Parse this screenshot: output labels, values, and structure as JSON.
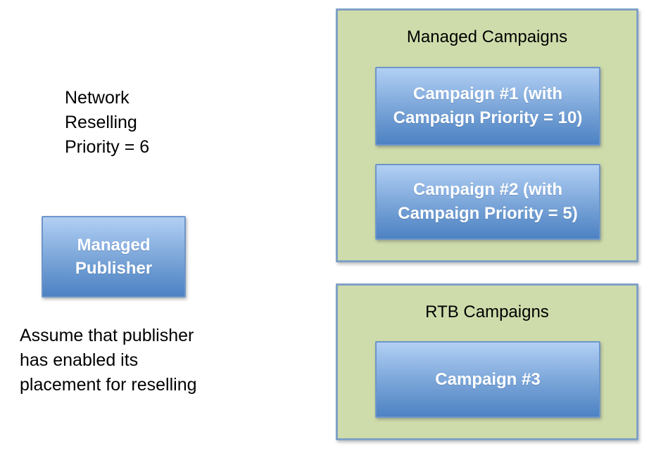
{
  "colors": {
    "background": "#ffffff",
    "panel_green_fill": "#cedcab",
    "panel_border_blue": "#7fa1c5",
    "box_blue_gradient_top": "#a5c6ee",
    "box_blue_gradient_bottom": "#4d82c3",
    "box_border_blue": "#6d96c9",
    "note_text": "#000000",
    "box_text": "#ffffff"
  },
  "left": {
    "network_note": {
      "lines": [
        "Network",
        "Reselling",
        "Priority = 6"
      ]
    },
    "publisher_box": {
      "label_lines": [
        "Managed",
        "Publisher"
      ]
    },
    "assumption_note": {
      "lines": [
        "Assume that publisher",
        "has enabled its",
        "placement for reselling"
      ]
    }
  },
  "managed_campaigns": {
    "title": "Managed Campaigns",
    "campaigns": [
      {
        "label_lines": [
          "Campaign #1 (with",
          "Campaign Priority = 10)"
        ]
      },
      {
        "label_lines": [
          "Campaign #2 (with",
          "Campaign Priority = 5)"
        ]
      }
    ]
  },
  "rtb_campaigns": {
    "title": "RTB Campaigns",
    "campaigns": [
      {
        "label_lines": [
          "Campaign #3"
        ]
      }
    ]
  }
}
